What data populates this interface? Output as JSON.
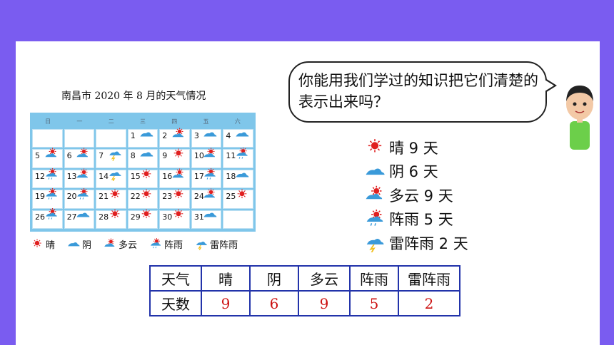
{
  "calendar": {
    "title": "南昌市 2020 年 8 月的天气情况",
    "weekdays": [
      "日",
      "一",
      "二",
      "三",
      "四",
      "五",
      "六"
    ],
    "cells": [
      {
        "n": "",
        "w": ""
      },
      {
        "n": "",
        "w": ""
      },
      {
        "n": "",
        "w": ""
      },
      {
        "n": "1",
        "w": "cloudy"
      },
      {
        "n": "2",
        "w": "partly"
      },
      {
        "n": "3",
        "w": "cloudy"
      },
      {
        "n": "4",
        "w": "cloudy"
      },
      {
        "n": "5",
        "w": "partly"
      },
      {
        "n": "6",
        "w": "partly"
      },
      {
        "n": "7",
        "w": "thunder"
      },
      {
        "n": "8",
        "w": "cloudy"
      },
      {
        "n": "9",
        "w": "sunny"
      },
      {
        "n": "10",
        "w": "partly"
      },
      {
        "n": "11",
        "w": "shower"
      },
      {
        "n": "12",
        "w": "shower"
      },
      {
        "n": "13",
        "w": "partly"
      },
      {
        "n": "14",
        "w": "thunder"
      },
      {
        "n": "15",
        "w": "sunny"
      },
      {
        "n": "16",
        "w": "partly"
      },
      {
        "n": "17",
        "w": "shower"
      },
      {
        "n": "18",
        "w": "cloudy"
      },
      {
        "n": "19",
        "w": "shower"
      },
      {
        "n": "20",
        "w": "shower"
      },
      {
        "n": "21",
        "w": "sunny"
      },
      {
        "n": "22",
        "w": "sunny"
      },
      {
        "n": "23",
        "w": "sunny"
      },
      {
        "n": "24",
        "w": "partly"
      },
      {
        "n": "25",
        "w": "sunny"
      },
      {
        "n": "26",
        "w": "shower"
      },
      {
        "n": "27",
        "w": "cloudy"
      },
      {
        "n": "28",
        "w": "sunny"
      },
      {
        "n": "29",
        "w": "sunny"
      },
      {
        "n": "30",
        "w": "sunny"
      },
      {
        "n": "31",
        "w": "cloudy"
      },
      {
        "n": "",
        "w": ""
      }
    ],
    "legend": [
      {
        "icon": "sunny",
        "label": "晴"
      },
      {
        "icon": "cloudy",
        "label": "阴"
      },
      {
        "icon": "partly",
        "label": "多云"
      },
      {
        "icon": "shower",
        "label": "阵雨"
      },
      {
        "icon": "thunder",
        "label": "雷阵雨"
      }
    ]
  },
  "bubble": {
    "text": "你能用我们学过的知识把它们清楚的表示出来吗？"
  },
  "counts": [
    {
      "icon": "sunny",
      "text": "晴 9 天"
    },
    {
      "icon": "cloudy",
      "text": "阴 6 天"
    },
    {
      "icon": "partly",
      "text": "多云 9 天"
    },
    {
      "icon": "shower",
      "text": "阵雨 5 天"
    },
    {
      "icon": "thunder",
      "text": "雷阵雨 2 天"
    }
  ],
  "table": {
    "header": [
      "天气",
      "晴",
      "阴",
      "多云",
      "阵雨",
      "雷阵雨"
    ],
    "row_label": "天数",
    "values": [
      "9",
      "6",
      "9",
      "5",
      "2"
    ]
  },
  "colors": {
    "header_bar": "#7a5cf0",
    "calendar_border": "#7fc6ea",
    "table_border": "#2233aa",
    "value_red": "#cc1111",
    "sun": "#e02020",
    "cloud": "#3a9ad9"
  }
}
